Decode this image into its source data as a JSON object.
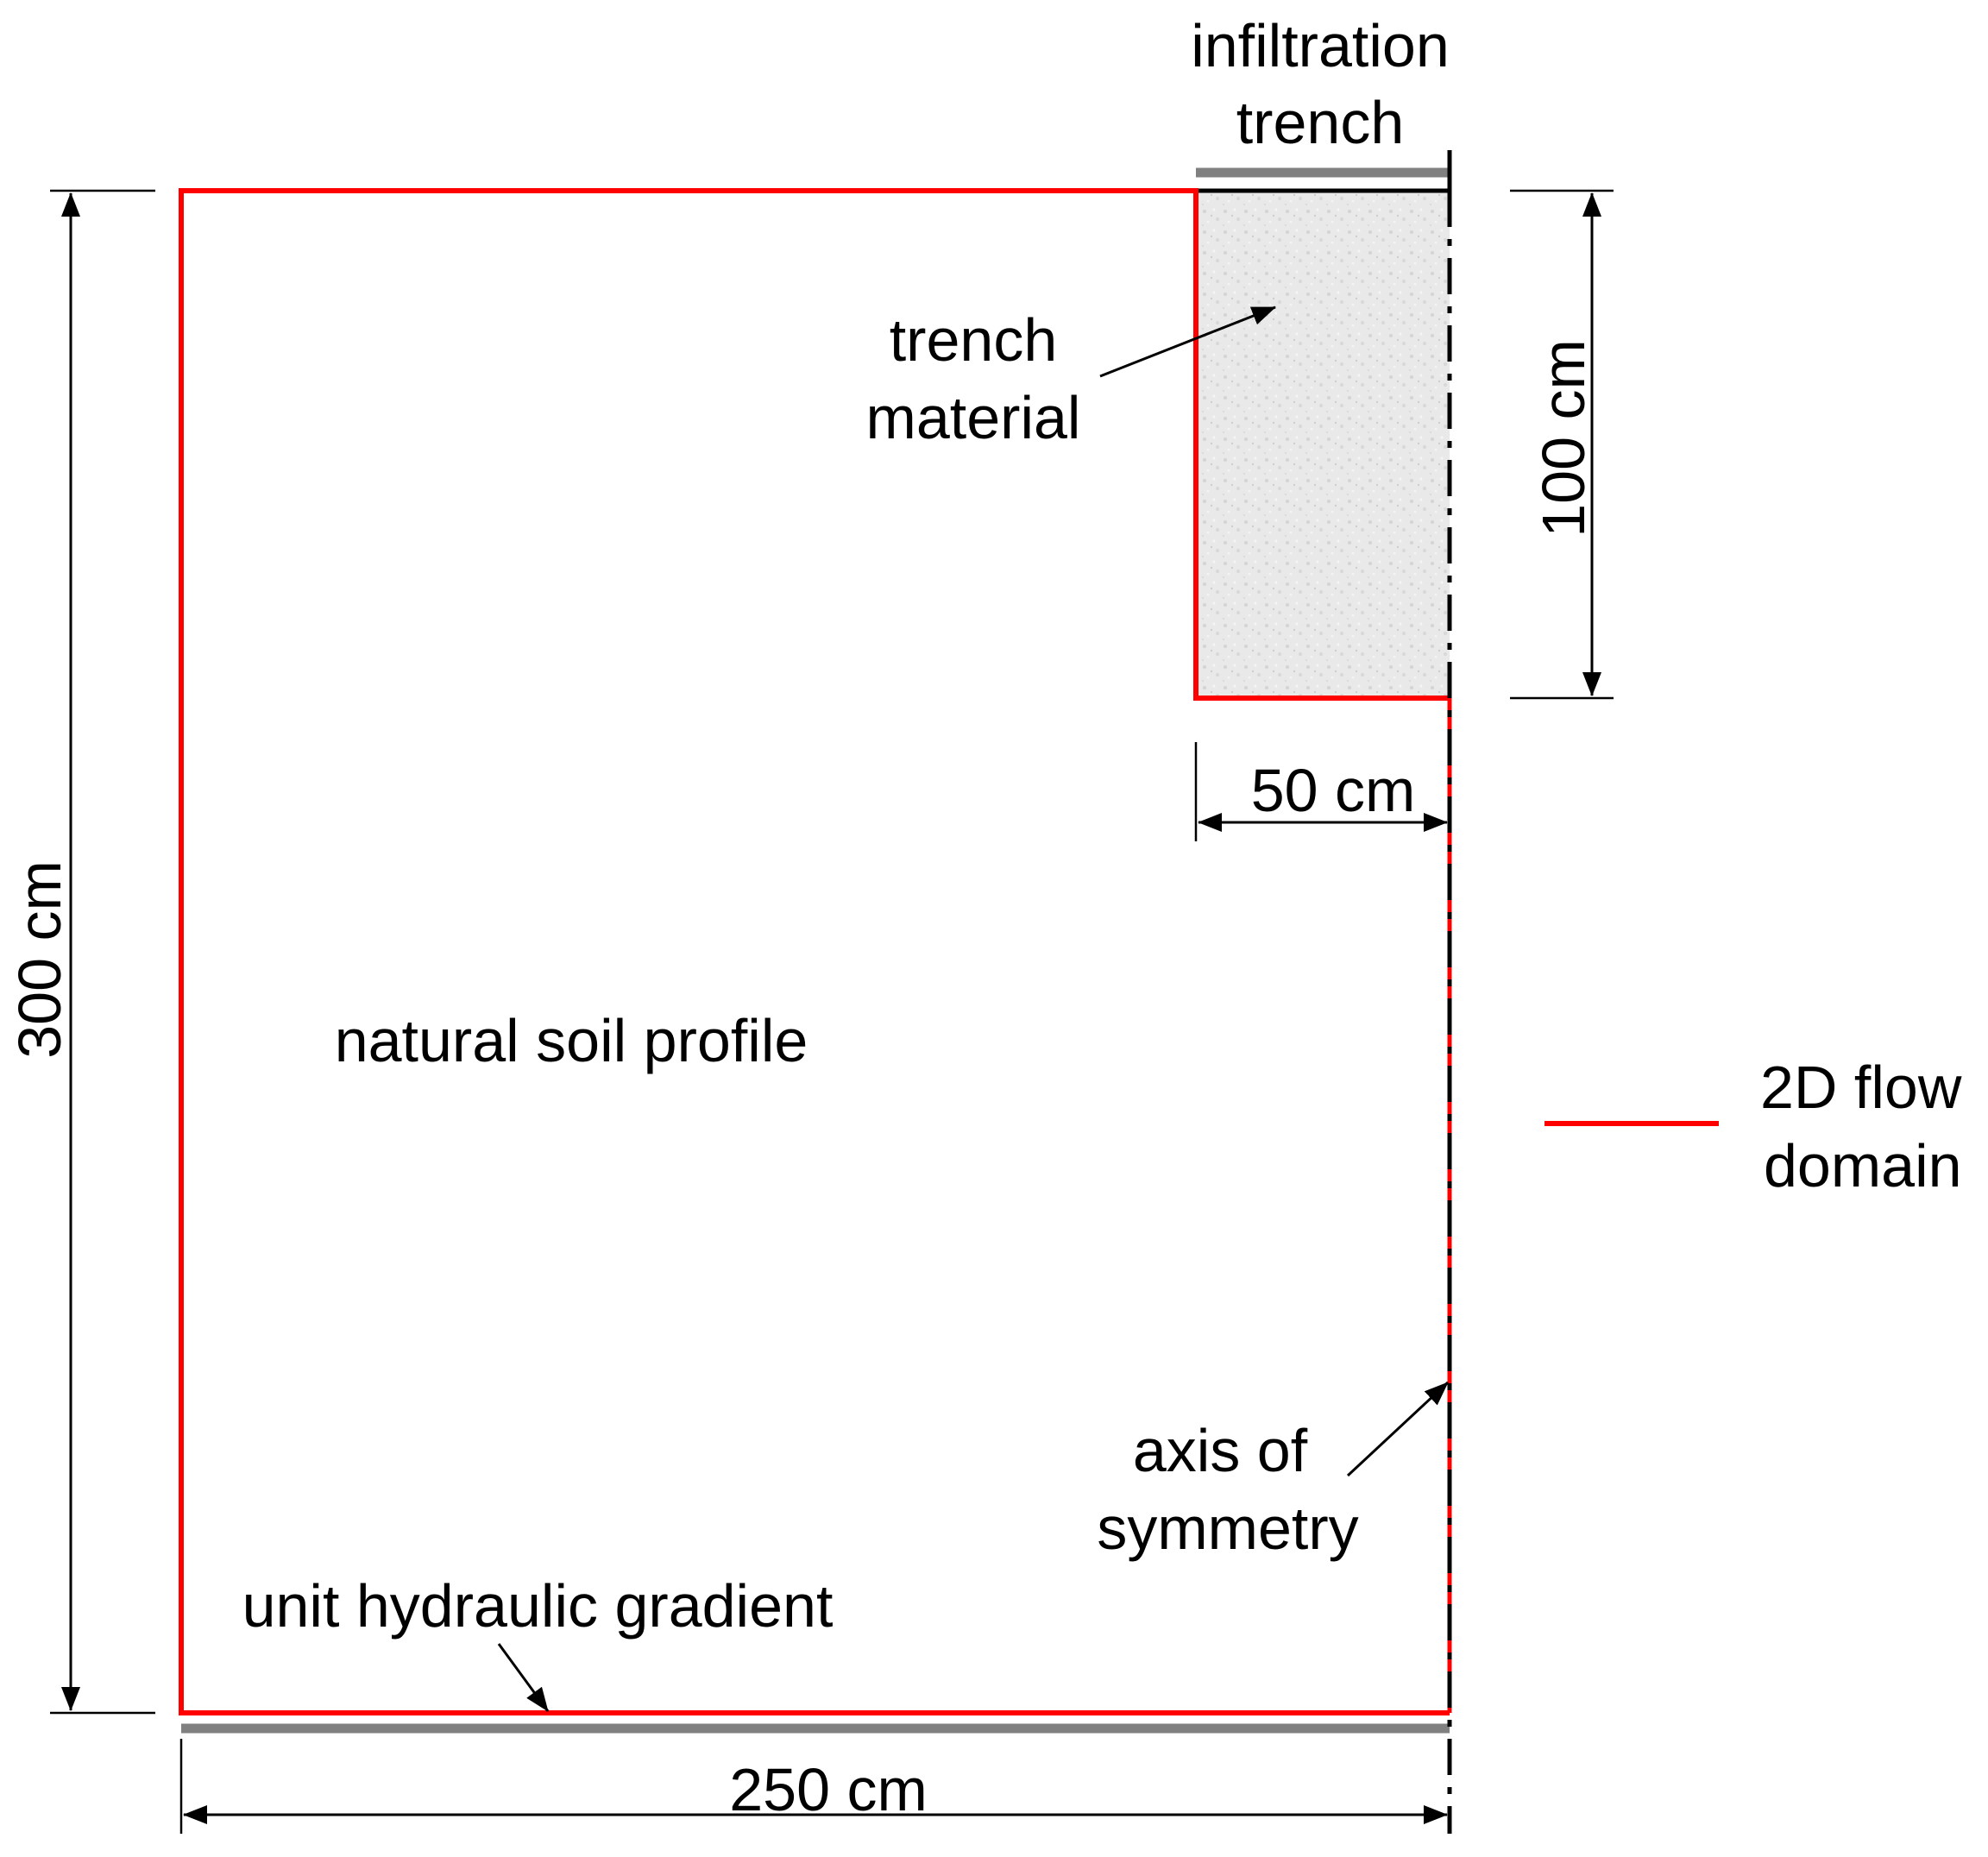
{
  "labels": {
    "infiltration_trench_1": "infiltration",
    "infiltration_trench_2": "trench",
    "trench_material_1": "trench",
    "trench_material_2": "material",
    "depth_100": "100 cm",
    "width_50": "50 cm",
    "height_300": "300 cm",
    "natural_soil": "natural soil profile",
    "flow_domain_1": "2D flow",
    "flow_domain_2": "domain",
    "axis_symmetry_1": "axis of",
    "axis_symmetry_2": "symmetry",
    "unit_gradient": "unit hydraulic gradient",
    "width_250": "250 cm"
  },
  "colors": {
    "domain_boundary": "#ff0000",
    "boundary_condition": "#808080",
    "trench_fill": "#e6e6e6",
    "line": "#000000"
  }
}
